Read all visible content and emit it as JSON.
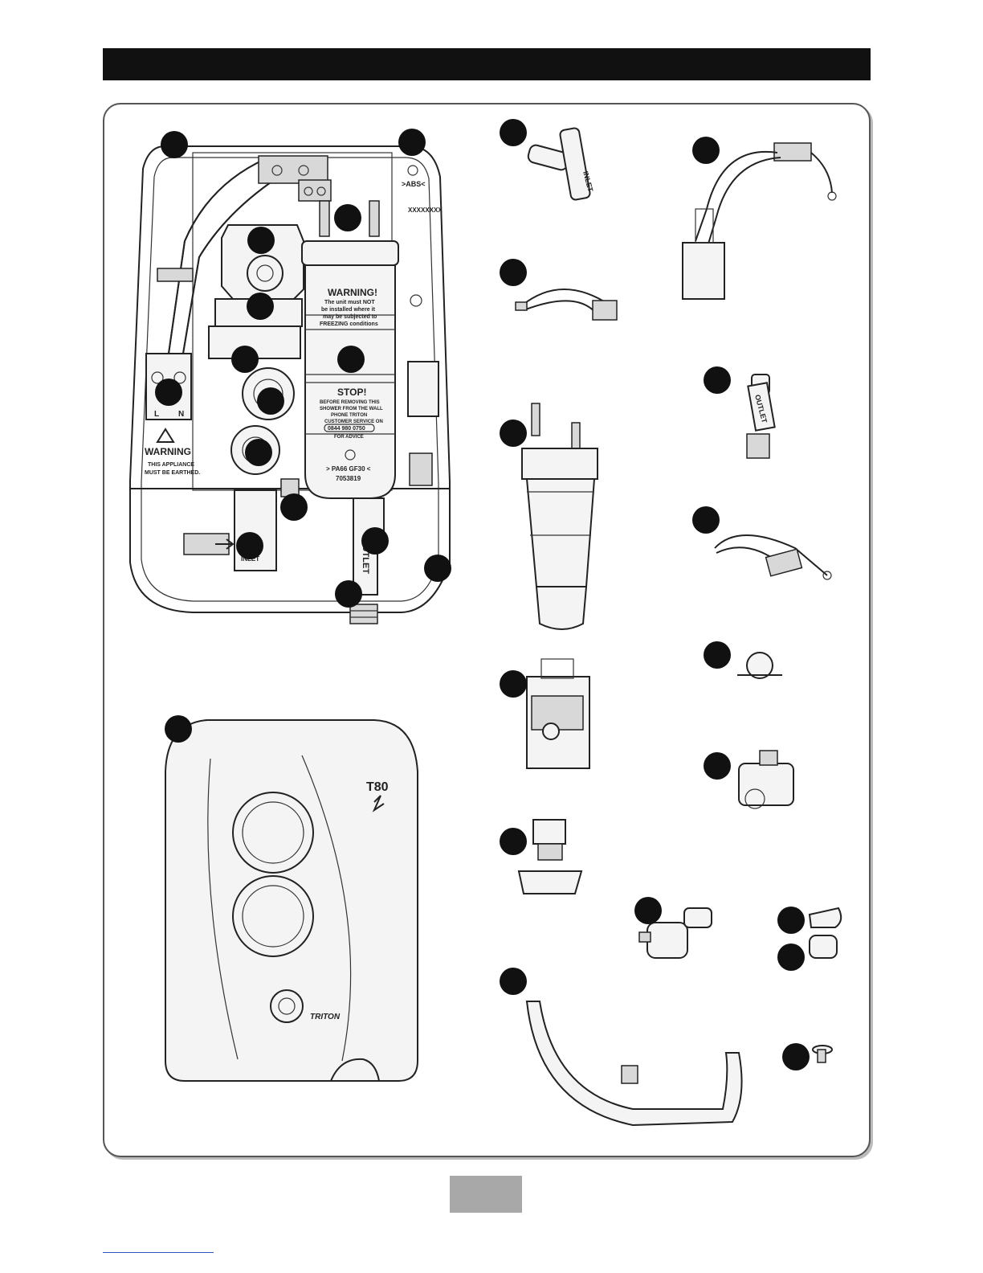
{
  "labels": {
    "abs_mark": ">ABS<",
    "warning_title": "WARNING!",
    "warning_l1": "The unit must NOT",
    "warning_l2": "be installed where it",
    "warning_l3": "may be subjected to",
    "warning_l4": "FREEZING conditions",
    "stop_title": "STOP!",
    "stop_l1": "BEFORE REMOVING THIS",
    "stop_l2": "SHOWER FROM THE WALL",
    "stop_l3": "PHONE TRITON",
    "stop_l4": "CUSTOMER SERVICE ON",
    "stop_phone": "0844 980 0750",
    "stop_l5": "FOR ADVICE",
    "pa_mark": "> PA66 GF30 <",
    "part_number": "7053819",
    "appliance_warning": "WARNING",
    "earth_l1": "THIS APPLIANCE",
    "earth_l2": "MUST BE EARTHED.",
    "terminal_l": "L",
    "terminal_n": "N",
    "outlet": "OUTLET",
    "inlet": "INLET",
    "model": "T80",
    "brand": "TRITON",
    "serial": "XXXXXXXX"
  },
  "callouts": [
    {
      "id": "c1"
    },
    {
      "id": "c2"
    },
    {
      "id": "c3"
    },
    {
      "id": "c4"
    },
    {
      "id": "c5"
    },
    {
      "id": "c6"
    },
    {
      "id": "c7"
    },
    {
      "id": "c8"
    },
    {
      "id": "c9"
    },
    {
      "id": "c10"
    },
    {
      "id": "c11"
    },
    {
      "id": "c12"
    },
    {
      "id": "c13"
    },
    {
      "id": "c14"
    },
    {
      "id": "c15"
    },
    {
      "id": "c16"
    },
    {
      "id": "c17"
    },
    {
      "id": "c18"
    },
    {
      "id": "c19"
    },
    {
      "id": "c20"
    },
    {
      "id": "c21"
    },
    {
      "id": "c22"
    },
    {
      "id": "c23"
    },
    {
      "id": "c24"
    },
    {
      "id": "c25"
    },
    {
      "id": "c26"
    },
    {
      "id": "c27"
    },
    {
      "id": "c28"
    },
    {
      "id": "c29"
    },
    {
      "id": "c30"
    }
  ]
}
